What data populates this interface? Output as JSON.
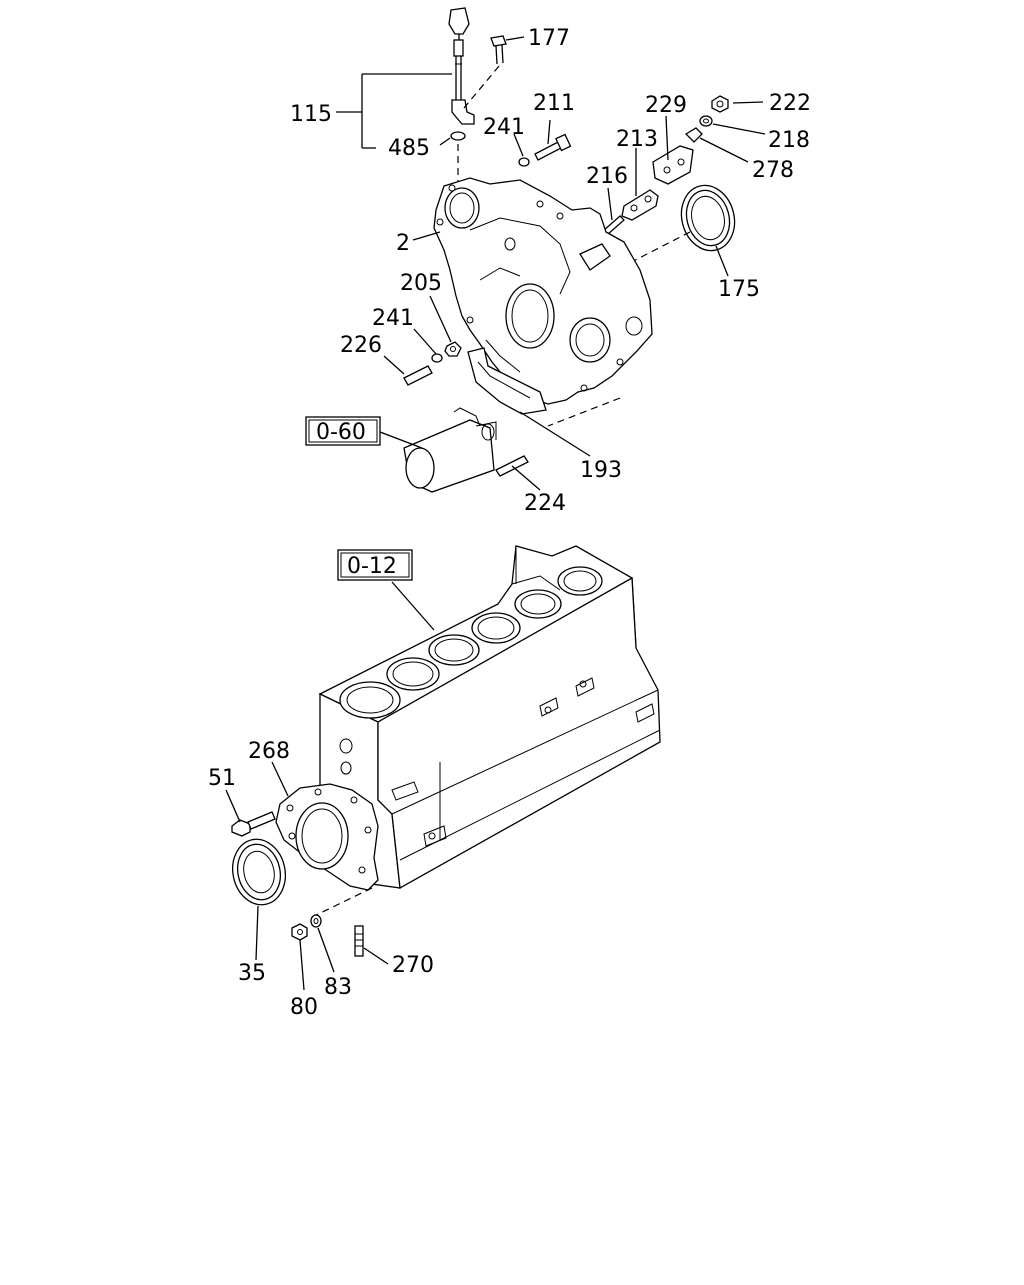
{
  "callouts": {
    "c177": "177",
    "c115": "115",
    "c485": "485",
    "c211": "211",
    "c241a": "241",
    "c229": "229",
    "c222": "222",
    "c218": "218",
    "c213": "213",
    "c278": "278",
    "c216": "216",
    "c2": "2",
    "c175": "175",
    "c205": "205",
    "c241b": "241",
    "c226": "226",
    "c193": "193",
    "c224": "224",
    "c268": "268",
    "c51": "51",
    "c35": "35",
    "c83": "83",
    "c80": "80",
    "c270": "270"
  },
  "references": {
    "starter_ref": "0-60",
    "block_ref": "0-12"
  }
}
